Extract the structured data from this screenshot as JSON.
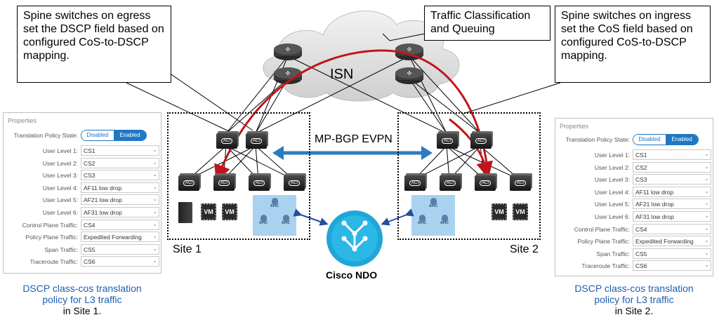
{
  "callouts": {
    "left": "Spine switches on egress set the DSCP field based on configured CoS-to-DSCP mapping.",
    "right": "Spine switches on ingress set the CoS field based on configured CoS-to-DSCP mapping.",
    "cloud": "Traffic Classification and Queuing"
  },
  "cloud_label": "ISN",
  "link_label": "MP-BGP EVPN",
  "site1_label": "Site 1",
  "site2_label": "Site 2",
  "ndo_label": "Cisco NDO",
  "node_labels": {
    "aci": "ACI",
    "vm": "VM",
    "apic": "APIC"
  },
  "panel": {
    "title": "Properties",
    "policy_state_label": "Translation Policy State:",
    "toggle_disabled": "Disabled",
    "toggle_enabled": "Enabled",
    "rows": [
      {
        "label": "User Level 1:",
        "value": "CS1"
      },
      {
        "label": "User Level 2:",
        "value": "CS2"
      },
      {
        "label": "User Level 3:",
        "value": "CS3"
      },
      {
        "label": "User Level 4:",
        "value": "AF11 low drop"
      },
      {
        "label": "User Level 5:",
        "value": "AF21 low drop"
      },
      {
        "label": "User Level 6:",
        "value": "AF31 low drop"
      },
      {
        "label": "Control Plane Traffic:",
        "value": "CS4"
      },
      {
        "label": "Policy Plane Traffic:",
        "value": "Expedited Forwarding"
      },
      {
        "label": "Span Traffic:",
        "value": "CS5"
      },
      {
        "label": "Traceroute Traffic:",
        "value": "CS6"
      }
    ]
  },
  "caption_left": {
    "line1": "DSCP class-cos translation",
    "line2": "policy for L3 traffic",
    "line3": "in Site 1."
  },
  "caption_right": {
    "line1": "DSCP class-cos translation",
    "line2": "policy for L3 traffic",
    "line3": "in Site 2."
  },
  "colors": {
    "accent": "#1f77c4",
    "red": "#c0161b",
    "arrow_blue": "#2b7bbf",
    "apic_bg": "#a9d2ef",
    "ndo": "#1fa6d9"
  }
}
